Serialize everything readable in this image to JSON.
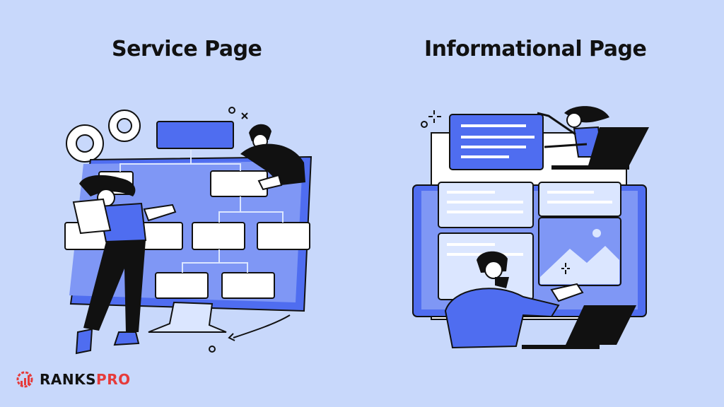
{
  "headings": {
    "left": "Service Page",
    "right": "Informational Page"
  },
  "brand": {
    "name_part1": "RANKS",
    "name_part2": "PRO",
    "accent_color": "#e63b3b"
  },
  "colors": {
    "background": "#c8d8fb",
    "primary_blue": "#4f6df0",
    "light_blue": "#dbe6ff",
    "dark": "#111111"
  },
  "icons": [
    "gear-icon",
    "sparkle-icon",
    "mountain-image-icon",
    "laptop-icon"
  ]
}
